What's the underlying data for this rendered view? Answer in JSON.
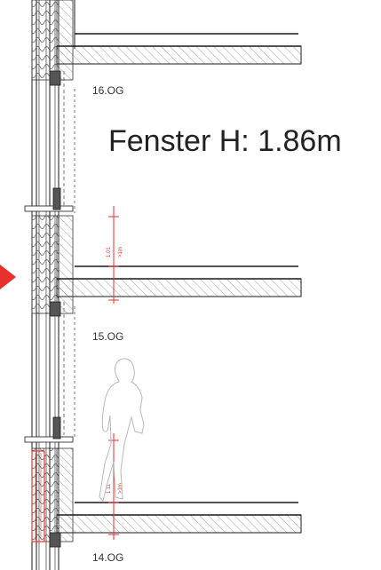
{
  "drawing": {
    "title": "Fenster H: 1.86m",
    "floors": [
      {
        "label": "16.OG"
      },
      {
        "label": "15.OG"
      },
      {
        "label": "14.OG"
      }
    ],
    "dimensions": [
      {
        "value": "1.01",
        "note": ">1m"
      },
      {
        "value": "1.11",
        "note": ">1m"
      }
    ],
    "colors": {
      "line": "#1a1a1a",
      "hatch": "#777777",
      "accent": "#e8312c"
    }
  }
}
